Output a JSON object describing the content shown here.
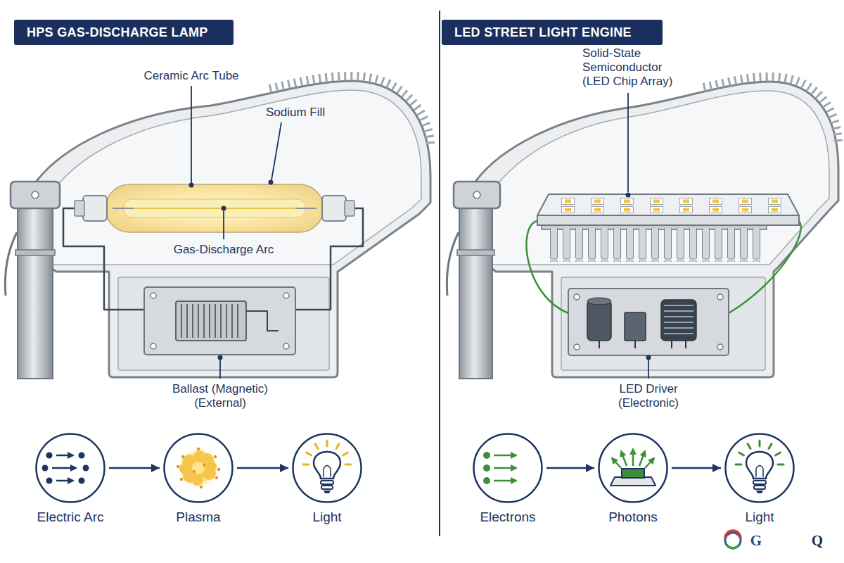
{
  "diagram": {
    "nodes": [
      {
        "text": [
          "HPS GAS-DISCHARGE LAMP"
        ]
      },
      {
        "text": [
          "Electric Arc"
        ]
      },
      {
        "text": [
          "Plasma"
        ]
      },
      {
        "text": [
          "Light"
        ]
      },
      {
        "text": [
          "LED STREET LIGHT ENGINE"
        ]
      },
      {
        "text": [
          "Electrons"
        ]
      },
      {
        "text": [
          "Photons"
        ]
      },
      {
        "text": [
          "Light"
        ]
      }
    ],
    "edges": [
      {
        "from": 1,
        "to": 2,
        "arrow": "to"
      },
      {
        "from": 2,
        "to": 3,
        "arrow": "to"
      },
      {
        "from": 5,
        "to": 6,
        "arrow": "to"
      },
      {
        "from": 6,
        "to": 7,
        "arrow": "to"
      }
    ],
    "labels": [
      "Ceramic Arc Tube",
      "Sodium Fill",
      "Gas-Discharge Arc",
      "Ballast (Magnetic) (External)",
      "Solid-State Semiconductor (LED Chip Array)",
      "LED Driver (Electronic)",
      "G",
      "Q"
    ]
  }
}
